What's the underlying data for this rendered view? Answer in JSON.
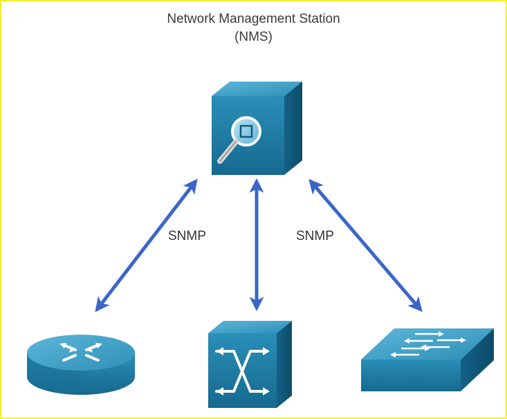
{
  "title": {
    "line1": "Network Management Station",
    "line2": "(NMS)"
  },
  "links": {
    "left_label": "SNMP",
    "right_label": "SNMP"
  },
  "colors": {
    "device_front": "#1f7fa6",
    "device_top": "#3fa0c6",
    "device_side": "#0f5a7a",
    "arrow": "#3a66c7",
    "border": "#f2ef2a"
  },
  "icons": [
    "nms-server-icon",
    "router-icon",
    "multilayer-switch-icon",
    "switch-icon"
  ]
}
